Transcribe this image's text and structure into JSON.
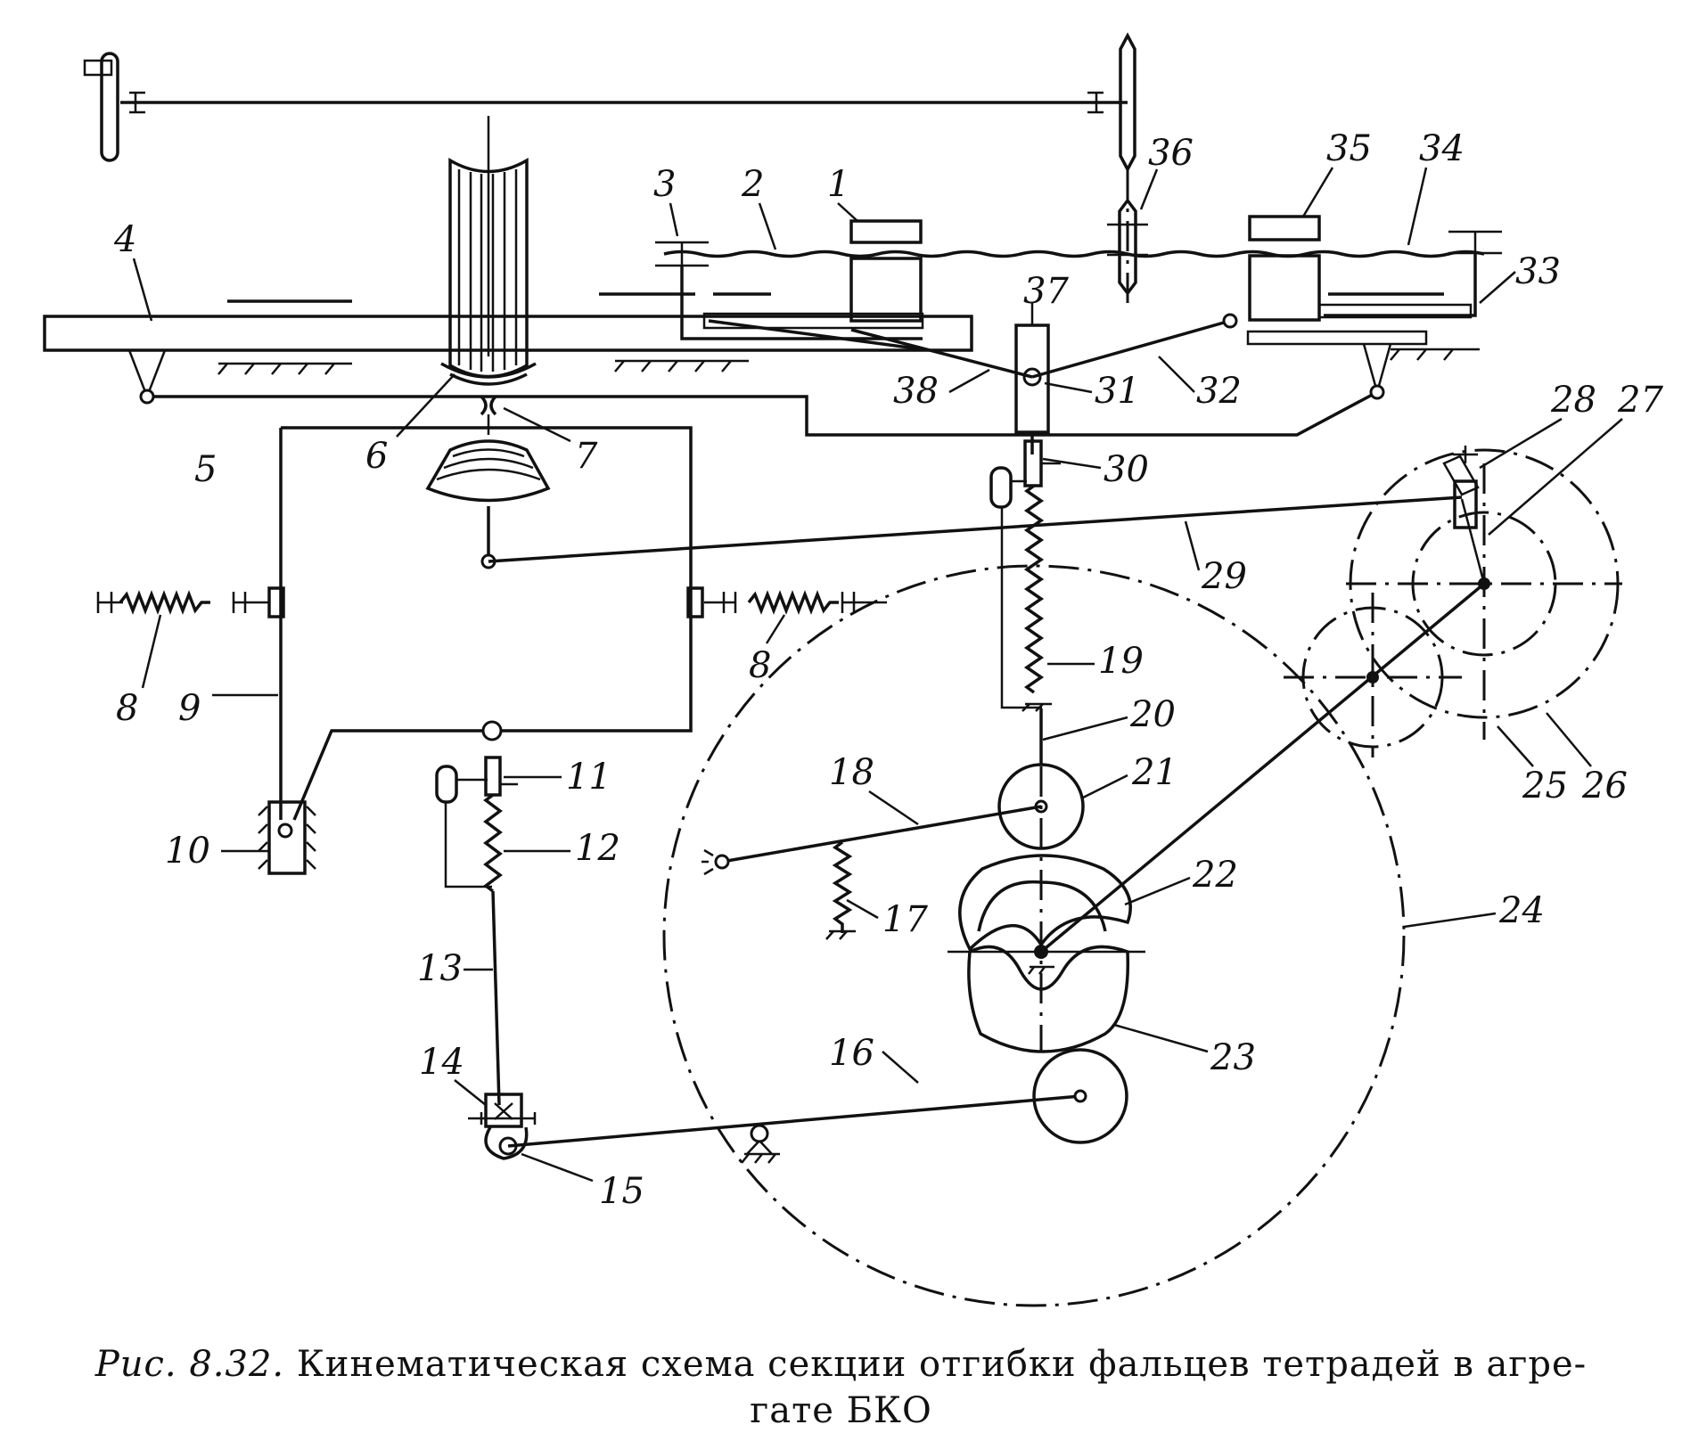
{
  "caption": {
    "figure_label": "Рис. 8.32.",
    "line1": "Кинематическая схема секции отгибки фальцев тетрадей в агре-",
    "line2": "гате БКО"
  },
  "labels": [
    {
      "id": "1",
      "text": "1"
    },
    {
      "id": "2",
      "text": "2"
    },
    {
      "id": "3",
      "text": "3"
    },
    {
      "id": "4",
      "text": "4"
    },
    {
      "id": "5",
      "text": "5"
    },
    {
      "id": "6",
      "text": "6"
    },
    {
      "id": "7",
      "text": "7"
    },
    {
      "id": "8a",
      "text": "8"
    },
    {
      "id": "8b",
      "text": "8"
    },
    {
      "id": "9",
      "text": "9"
    },
    {
      "id": "10",
      "text": "10"
    },
    {
      "id": "11",
      "text": "11"
    },
    {
      "id": "12",
      "text": "12"
    },
    {
      "id": "13",
      "text": "13"
    },
    {
      "id": "14",
      "text": "14"
    },
    {
      "id": "15",
      "text": "15"
    },
    {
      "id": "16",
      "text": "16"
    },
    {
      "id": "17",
      "text": "17"
    },
    {
      "id": "18",
      "text": "18"
    },
    {
      "id": "19",
      "text": "19"
    },
    {
      "id": "20",
      "text": "20"
    },
    {
      "id": "21",
      "text": "21"
    },
    {
      "id": "22",
      "text": "22"
    },
    {
      "id": "23",
      "text": "23"
    },
    {
      "id": "24",
      "text": "24"
    },
    {
      "id": "25",
      "text": "25"
    },
    {
      "id": "26",
      "text": "26"
    },
    {
      "id": "27",
      "text": "27"
    },
    {
      "id": "28",
      "text": "28"
    },
    {
      "id": "29",
      "text": "29"
    },
    {
      "id": "30",
      "text": "30"
    },
    {
      "id": "31",
      "text": "31"
    },
    {
      "id": "32",
      "text": "32"
    },
    {
      "id": "33",
      "text": "33"
    },
    {
      "id": "34",
      "text": "34"
    },
    {
      "id": "35",
      "text": "35"
    },
    {
      "id": "36",
      "text": "36"
    },
    {
      "id": "37",
      "text": "37"
    },
    {
      "id": "38",
      "text": "38"
    }
  ]
}
